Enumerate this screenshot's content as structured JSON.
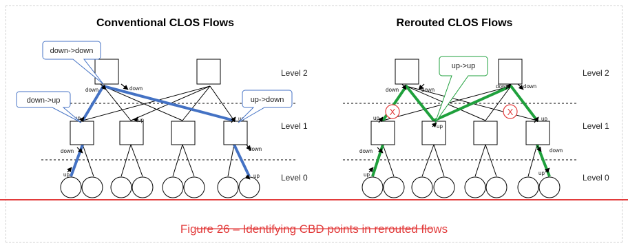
{
  "left_title": "Conventional CLOS Flows",
  "right_title": "Rerouted CLOS Flows",
  "levels": [
    "Level 2",
    "Level 1",
    "Level 0"
  ],
  "port_labels": {
    "up": "up",
    "down": "down"
  },
  "left_callouts": [
    "down->down",
    "down->up",
    "up->down"
  ],
  "right_callout": "up->up",
  "cbd_mark": "X",
  "caption": "Figure 26 – Identifying CBD points in rerouted flows",
  "colors": {
    "left_path": "#4472c4",
    "right_path": "#1fa03c",
    "cbd": "#e23b3b",
    "caption": "#e23b3b"
  }
}
